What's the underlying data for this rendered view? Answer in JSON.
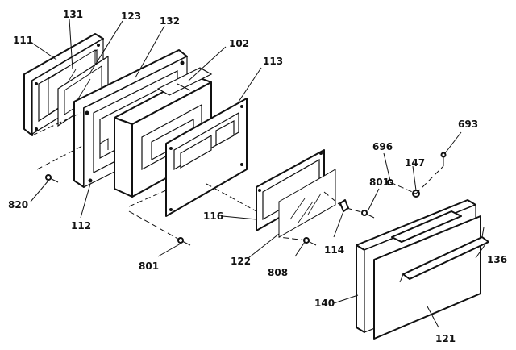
{
  "labels": {
    "p111": "111",
    "p131": "131",
    "p123": "123",
    "p132": "132",
    "p102": "102",
    "p113": "113",
    "p820": "820",
    "p112": "112",
    "p116": "116",
    "p801a": "801",
    "p122": "122",
    "p808": "808",
    "p114": "114",
    "p801b": "801",
    "p696": "696",
    "p147": "147",
    "p693": "693",
    "p136": "136",
    "p140": "140",
    "p121": "121"
  }
}
